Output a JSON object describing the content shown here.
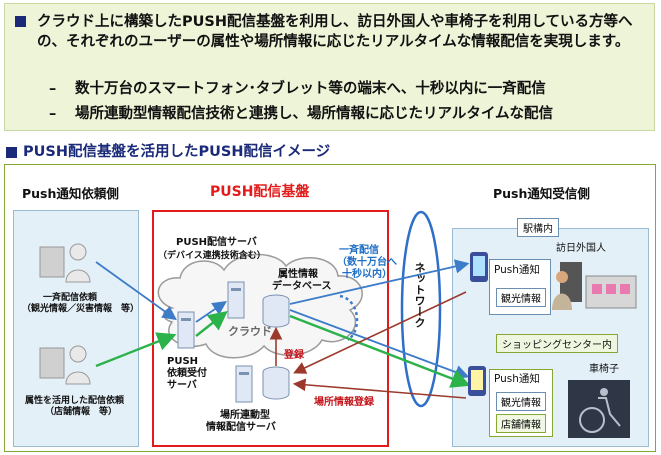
{
  "summary": {
    "main_text": "クラウド上に構築したPUSH配信基盤を利用し、訪日外国人や車椅子を利用している方等への、それぞれのユーザーの属性や場所情報に応じたリアルタイムな情報配信を実現します。",
    "sub1": "数十万台のスマートフォン･タブレット等の端末へ、十秒以内に一斉配信",
    "sub2": "場所連動型情報配信技術と連携し、場所情報に応じたリアルタイムな配信",
    "dash": "–"
  },
  "section_title": "PUSH配信基盤を活用したPUSH配信イメージ",
  "columns": {
    "left": "Push通知依頼側",
    "middle": "PUSH配信基盤",
    "right": "Push通知受信側"
  },
  "left_panel": {
    "req1_l1": "一斉配信依頼",
    "req1_l2": "（観光情報／災害情報　等）",
    "req2_l1": "属性を活用した配信依頼",
    "req2_l2": "（店舗情報　等）"
  },
  "middle_panel": {
    "push_server_l1": "PUSH配信サーバ",
    "push_server_l2": "（デバイス連携技術含む）",
    "attr_db_l1": "属性情報",
    "attr_db_l2": "データベース",
    "cloud": "クラウド",
    "recv_server_l1": "PUSH",
    "recv_server_l2": "依頼受付",
    "recv_server_l3": "サーバ",
    "loc_server_l1": "場所連動型",
    "loc_server_l2": "情報配信サーバ",
    "register": "登録",
    "broadcast_l1": "一斉配信",
    "broadcast_l2": "（数十万台へ",
    "broadcast_l3": "十秒以内）",
    "loc_register": "場所情報登録"
  },
  "network": "ネットワーク",
  "right_panel": {
    "station_tag": "駅構内",
    "foreign_visitor": "訪日外国人",
    "push1": "Push通知",
    "tourist_info1": "観光情報",
    "mall_tag": "ショッピングセンター内",
    "wheelchair": "車椅子",
    "push2": "Push通知",
    "tourist_info2": "観光情報",
    "store_info": "店舗情報"
  },
  "colors": {
    "navy": "#1b2a78",
    "red": "#e31b1b",
    "green_arrow": "#2bb24a",
    "blue_arrow": "#3d7cc9",
    "brown_arrow": "#9b3a2c"
  }
}
